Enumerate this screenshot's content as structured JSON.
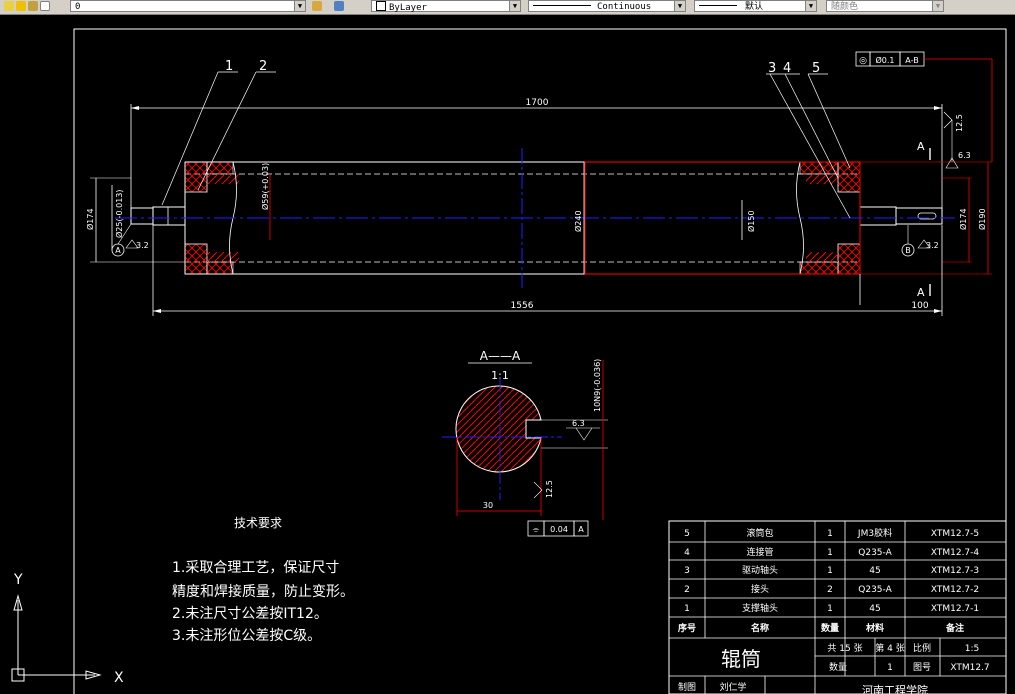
{
  "toolbar": {
    "layer_value": "0",
    "color_value": "ByLayer",
    "linetype_value": "Continuous",
    "lineweight_value": "默认",
    "plotstyle_value": "随颜色"
  },
  "drawing": {
    "dim_overall": "1700",
    "dim_body": "1556",
    "dim_right_end": "100",
    "dia_left_174": "Ø174",
    "dia_left_note": "Ø25(-0.013)",
    "dia_inner_59": "Ø59(+0.03)",
    "dia_body": "Ø240",
    "dia_inner_right": "Ø150",
    "dia_right_174": "Ø174",
    "dia_right_190": "Ø190",
    "rough_a": "3.2",
    "rough_b": "3.2",
    "rough_top": "12.5",
    "rough_mid": "6.3",
    "datum_a": "A",
    "datum_b": "B",
    "balloons": [
      "1",
      "2",
      "3",
      "4",
      "5"
    ],
    "gdt_top_sym": "◎",
    "gdt_top_val": "Ø0.1",
    "gdt_top_ref": "A-B",
    "section_mark_top": "A",
    "section_mark_bottom": "A",
    "section_title": "A——A",
    "section_scale": "1:1",
    "section_keyway": "10N9(-0.036)",
    "section_rough_63": "6.3",
    "section_rough_125": "12.5",
    "section_dim_30": "30",
    "gdt_bottom_sym": "⌯",
    "gdt_bottom_val": "0.04",
    "gdt_bottom_ref": "A"
  },
  "notes": {
    "title": "技术要求",
    "line1": "1.采取合理工艺，保证尺寸",
    "line2": "精度和焊接质量，防止变形。",
    "line3": "2.未注尺寸公差按IT12。",
    "line4": "3.未注形位公差按C级。"
  },
  "bom": {
    "rows": [
      {
        "no": "5",
        "name": "滚筒包",
        "qty": "1",
        "material": "JM3胶料",
        "remark": "XTM12.7-5"
      },
      {
        "no": "4",
        "name": "连接管",
        "qty": "1",
        "material": "Q235-A",
        "remark": "XTM12.7-4"
      },
      {
        "no": "3",
        "name": "驱动轴头",
        "qty": "1",
        "material": "45",
        "remark": "XTM12.7-3"
      },
      {
        "no": "2",
        "name": "接头",
        "qty": "2",
        "material": "Q235-A",
        "remark": "XTM12.7-2"
      },
      {
        "no": "1",
        "name": "支撑轴头",
        "qty": "1",
        "material": "45",
        "remark": "XTM12.7-1"
      }
    ],
    "header": {
      "no": "序号",
      "name": "名称",
      "qty": "数量",
      "material": "材料",
      "remark": "备注"
    }
  },
  "titleblock": {
    "part_name": "辊筒",
    "sheets_total": "共 15 张",
    "sheet_no": "第 4 张",
    "scale_label": "比例",
    "scale_value": "1:5",
    "qty_label": "数量",
    "qty_value": "1",
    "drawing_no_label": "图号",
    "drawing_no_value": "XTM12.7",
    "drafter_label": "制图",
    "drafter_name": "刘仁学",
    "school": "河南工程学院"
  },
  "ucs": {
    "x_label": "X",
    "y_label": "Y"
  },
  "colors": {
    "background": "#000000",
    "lines": "#ffffff",
    "dimension_red": "#ff0000",
    "centerline_blue": "#0000ff",
    "toolbar": "#d4d0c8"
  }
}
